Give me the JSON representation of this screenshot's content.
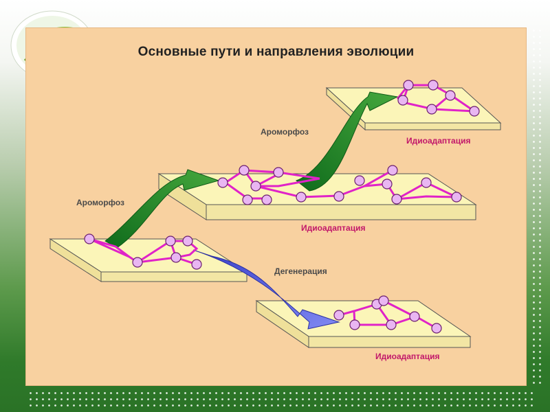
{
  "title": "Основные пути и направления эволюции",
  "labels": {
    "aromorphosis_upper": "Ароморфоз",
    "aromorphosis_lower": "Ароморфоз",
    "degeneration": "Дегенерация",
    "idioadaptation_top": "Идиоадаптация",
    "idioadaptation_middle": "Идиоадаптация",
    "idioadaptation_bottom": "Идиоадаптация"
  },
  "colors": {
    "panel": "#f8d1a0",
    "platform": "#fbf5b8",
    "aromorphosis_arrow": "#1f8a2a",
    "degeneration_arrow": "#5a63e8",
    "branches": "#e023c8",
    "nodes": "#e9b6f2"
  }
}
